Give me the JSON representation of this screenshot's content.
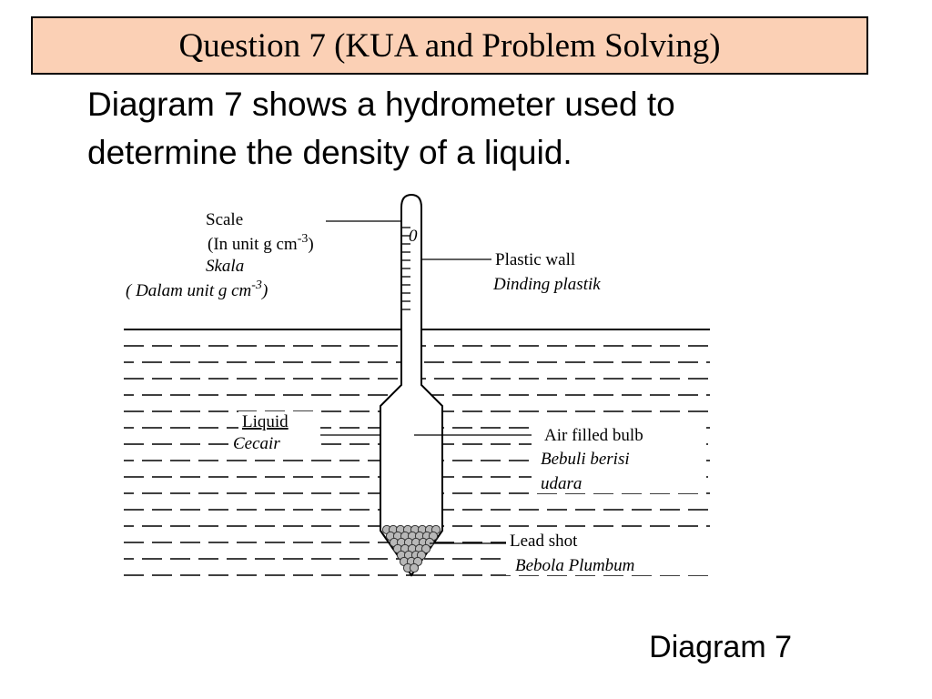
{
  "header": {
    "title": "Question 7 (KUA and Problem Solving)",
    "title_bg": "#fbd0b5"
  },
  "intro": {
    "line1": "Diagram 7 shows a hydrometer  used to",
    "line2": "determine the density of a liquid."
  },
  "diagram": {
    "labels": {
      "scale": "Scale",
      "scale_unit_prefix": "(In unit g cm",
      "scale_unit_exp": "-3",
      "scale_unit_suffix": ")",
      "skala": "Skala",
      "skala_unit_prefix": "( Dalam unit g cm",
      "skala_unit_exp": "-3",
      "skala_unit_suffix": ")",
      "zero_mark": "0",
      "plastic_wall": "Plastic wall",
      "dinding_plastik": "Dinding plastik",
      "liquid": "Liquid",
      "cecair": "Cecair",
      "air_filled_bulb": "Air filled bulb",
      "bebuli_berisi": "Bebuli berisi",
      "udara": "udara",
      "lead_shot": "Lead shot",
      "bebola_plumbum": "Bebola Plumbum"
    }
  },
  "caption": "Diagram 7"
}
